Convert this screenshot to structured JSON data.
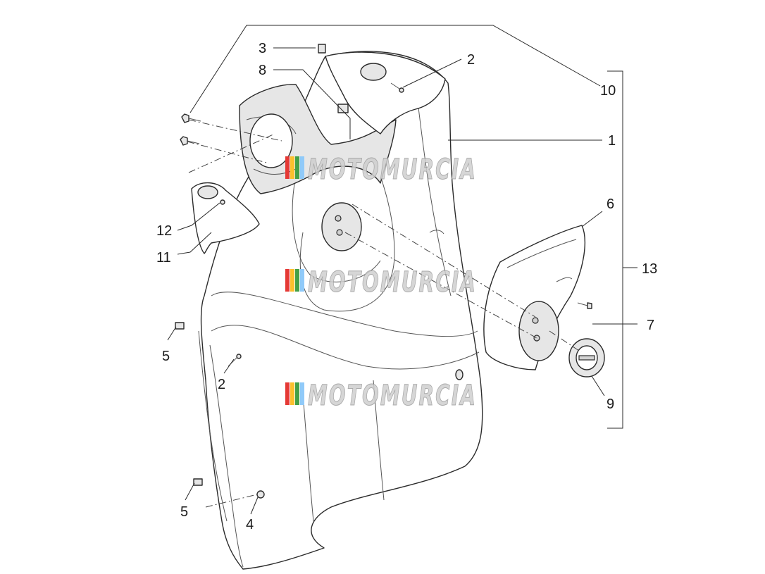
{
  "diagram": {
    "callouts": {
      "c1": "1",
      "c2a": "2",
      "c2b": "2",
      "c3": "3",
      "c4": "4",
      "c5a": "5",
      "c5b": "5",
      "c6": "6",
      "c7": "7",
      "c8": "8",
      "c9": "9",
      "c10": "10",
      "c11": "11",
      "c12": "12",
      "c13": "13"
    },
    "watermark": "MOTOMURCIA",
    "watermark_colors": [
      "#e53935",
      "#fbc02d",
      "#43a047",
      "#90caf9"
    ]
  }
}
